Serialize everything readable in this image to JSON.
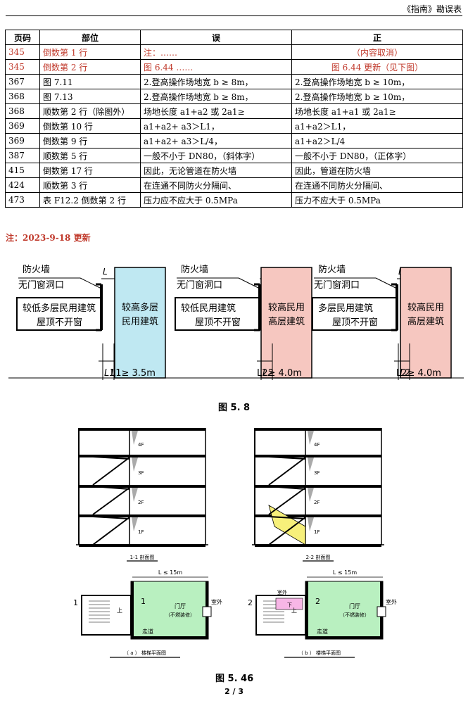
{
  "header": {
    "title": "《指南》勘误表"
  },
  "table": {
    "columns": [
      "页码",
      "部位",
      "误",
      "正"
    ],
    "rows": [
      {
        "page": "345",
        "part": "倒数第 1 行",
        "wrong": "注：……",
        "right": "（内容取消）",
        "red": true
      },
      {
        "page": "345",
        "part": "倒数第 2 行",
        "wrong": "图 6.44 ……",
        "right": "图 6.44 更新（见下图）",
        "red": true
      },
      {
        "page": "367",
        "part": "图 7.11",
        "wrong": "2.登高操作场地宽 b ≥ 8m，",
        "right": "2.登高操作场地宽 b ≥ 10m，",
        "red": false
      },
      {
        "page": "368",
        "part": "图 7.13",
        "wrong": "2.登高操作场地宽 b ≥ 8m，",
        "right": "2.登高操作场地宽 b ≥ 10m，",
        "red": false
      },
      {
        "page": "368",
        "part": "顺数第 2 行（除图外）",
        "wrong": "场地长度 a1+a2 或 2a1≥",
        "right": "场地长度 a1+a1 或 2a1≥",
        "red": false
      },
      {
        "page": "369",
        "part": "倒数第 10 行",
        "wrong": "a1+a2+ a3＞L1，",
        "right": "a1+a2＞L1，",
        "red": false
      },
      {
        "page": "369",
        "part": "倒数第 9 行",
        "wrong": "a1+a2+ a3＞L/4，",
        "right": "a1+a2＞L/4",
        "red": false
      },
      {
        "page": "387",
        "part": "顺数第 5 行",
        "wrong": "一般不小于 DN80，（斜体字）",
        "right": "一般不小于 DN80，（正体字）",
        "red": false
      },
      {
        "page": "415",
        "part": "倒数第 17 行",
        "wrong": "因此，无论管道在防火墙",
        "right": "因此，管道在防火墙",
        "red": false
      },
      {
        "page": "424",
        "part": "顺数第 3 行",
        "wrong": "在连通不同防火分隔间、",
        "right": "在连通不同防火分隔间、",
        "red": false
      },
      {
        "page": "473",
        "part": "表 F12.2 倒数第 2 行",
        "wrong": "压力应不应大于 0.5MPa",
        "right": "压力不应大于 0.5MPa",
        "red": false
      }
    ]
  },
  "note": "注：2023-9-18 更新",
  "figure58": {
    "caption": "图 5. 8",
    "fire_wall": "防火墙",
    "opening": "无门窗洞口",
    "L": "L",
    "panels": [
      {
        "low": "较低多层民用建筑",
        "roof": "屋顶不开窗",
        "high_line1": "较高多层",
        "high_line2": "民用建筑",
        "dim": "L1",
        "cond": "L1≥ 3.5m",
        "color": "#bfe8f2"
      },
      {
        "low": "较低民用建筑",
        "roof": "屋顶不开窗",
        "high_line1": "较高民用",
        "high_line2": "高层建筑",
        "dim": "L2",
        "cond": "L2≥ 4.0m",
        "color": "#f6c7c0"
      },
      {
        "low": "多层民用建筑",
        "roof": "屋顶不开窗",
        "high_line1": "较高民用",
        "high_line2": "高层建筑",
        "dim": "L2",
        "cond": "L2≥ 4.0m",
        "color": "#f6c7c0"
      }
    ]
  },
  "figure646": {
    "caption": "图 5. 46",
    "floors": [
      "4F",
      "3F",
      "2F",
      "1F"
    ],
    "sect1": "1-1 剖面图",
    "sect2": "2-2 剖面图",
    "plan_a": "（ a ） 楼梯平面图",
    "plan_b": "（ b ） 楼梯平面图",
    "dim": "L ≤ 15m",
    "hall": "门厅",
    "hall_note": "（不燃装修）",
    "outdoor": "室外",
    "corridor": "走道",
    "up": "上",
    "down": "下",
    "cut1": "1",
    "cut2": "2",
    "hall_color": "#b9f0c0",
    "stair_color": "#f7f07a",
    "pink_color": "#f7b6e6"
  },
  "page_number": "2 / 3"
}
